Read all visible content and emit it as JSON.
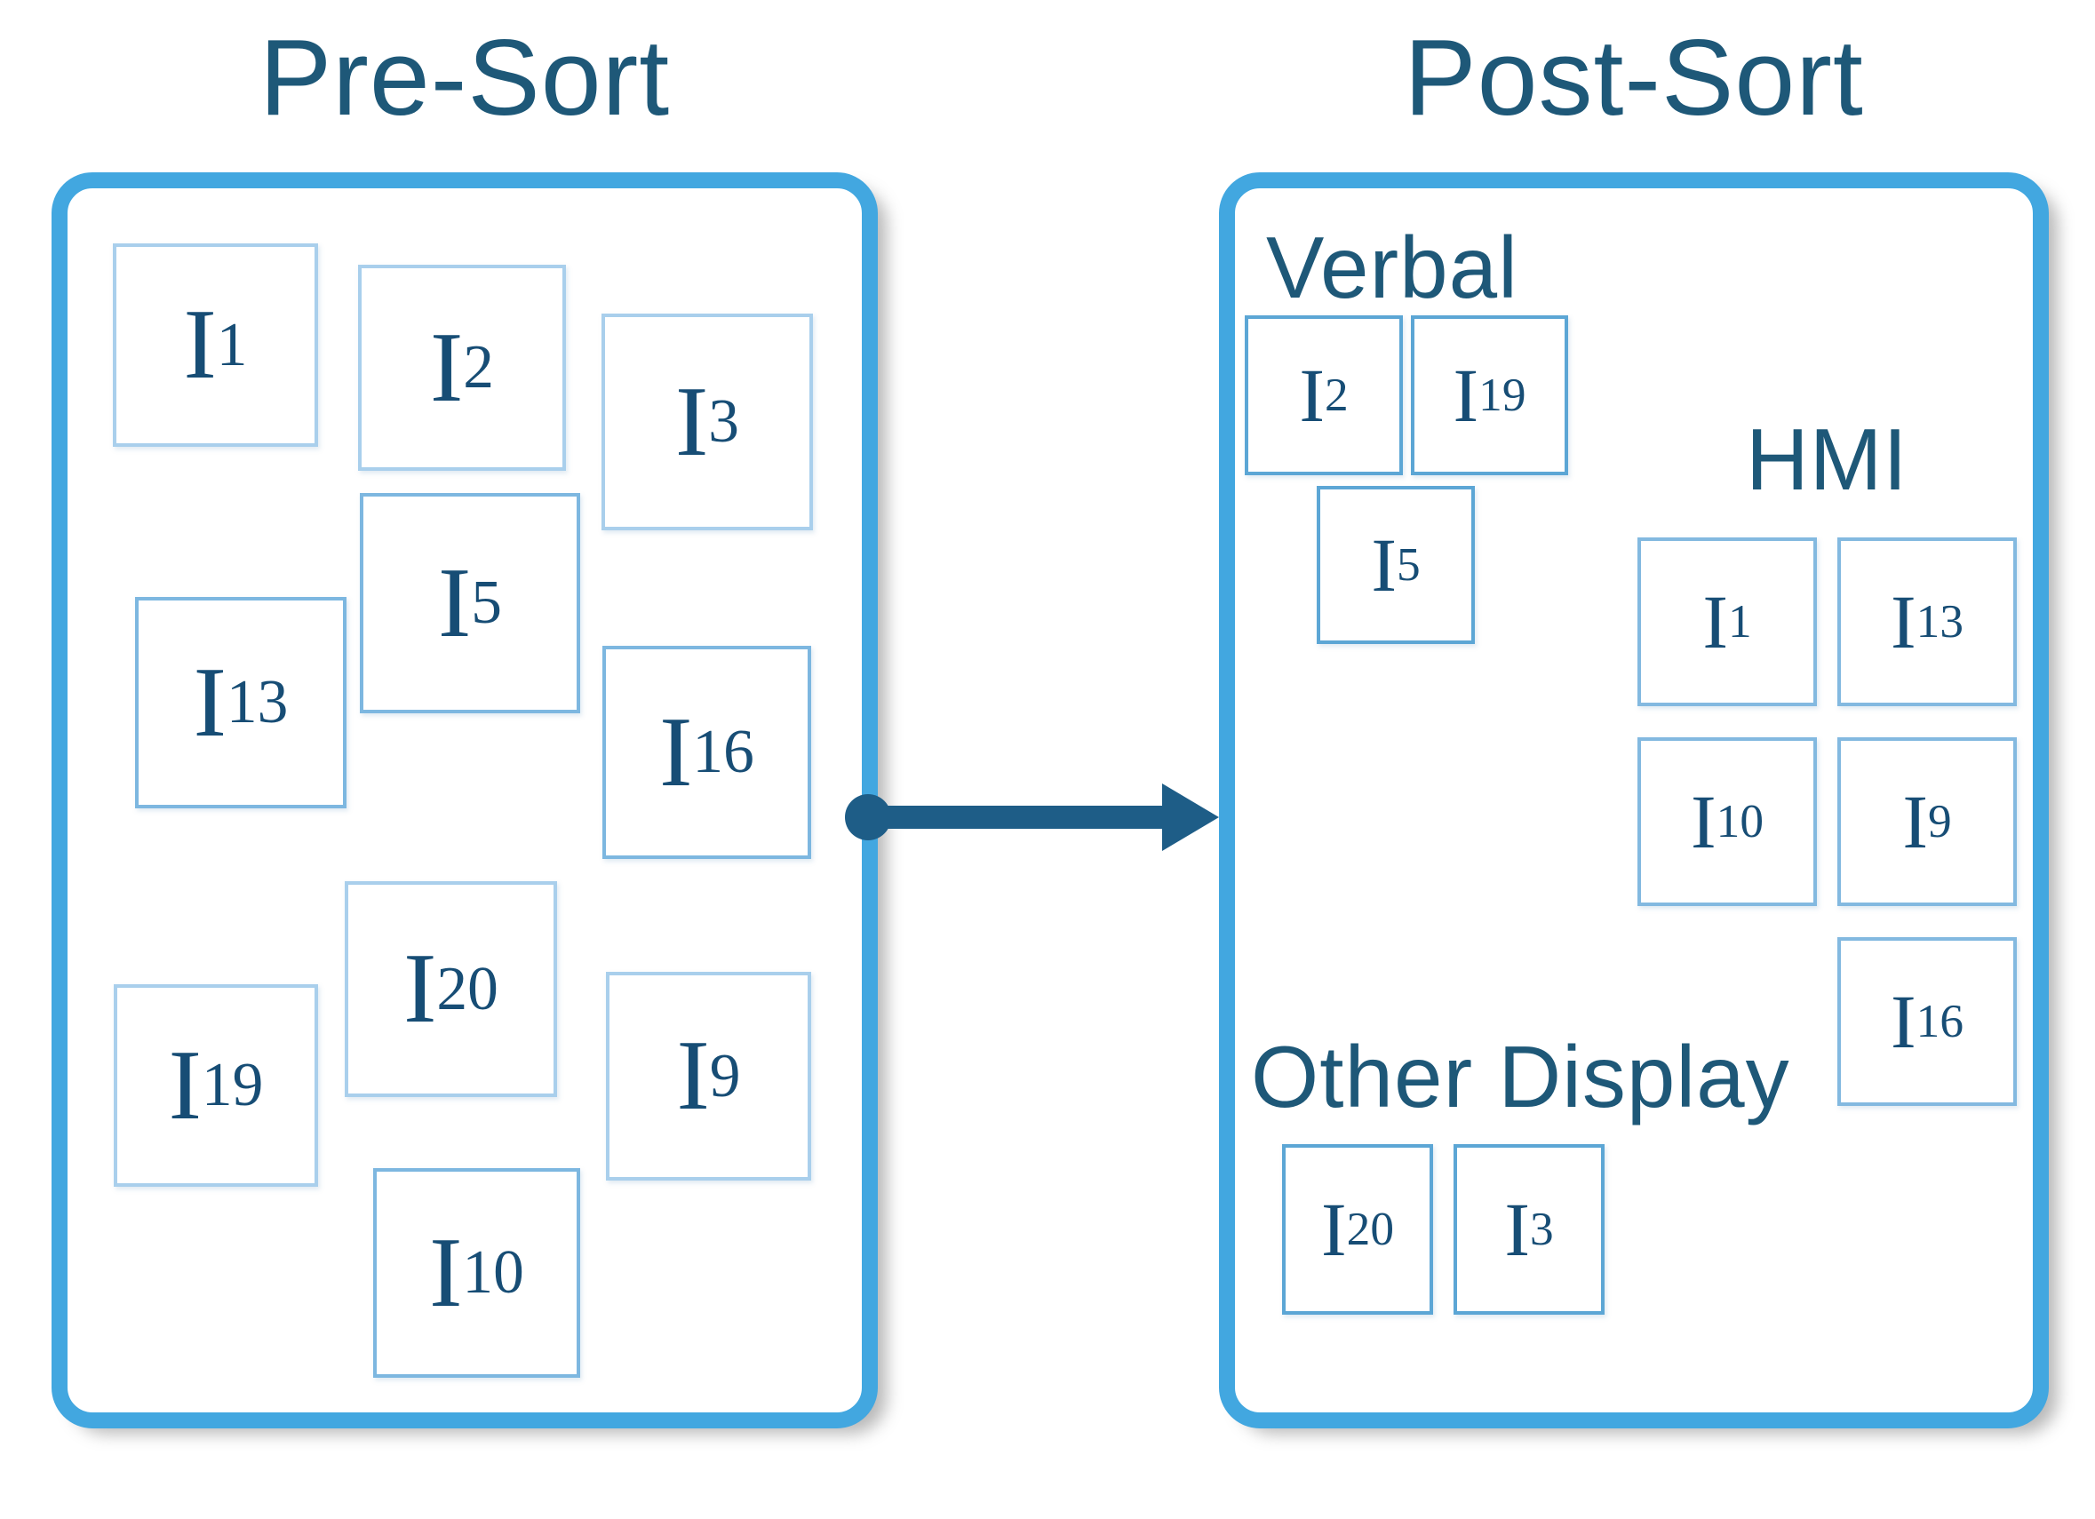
{
  "pre_sort": {
    "title": "Pre-Sort",
    "items": [
      {
        "symbol": "I",
        "subscript": "1"
      },
      {
        "symbol": "I",
        "subscript": "2"
      },
      {
        "symbol": "I",
        "subscript": "3"
      },
      {
        "symbol": "I",
        "subscript": "5"
      },
      {
        "symbol": "I",
        "subscript": "13"
      },
      {
        "symbol": "I",
        "subscript": "16"
      },
      {
        "symbol": "I",
        "subscript": "20"
      },
      {
        "symbol": "I",
        "subscript": "19"
      },
      {
        "symbol": "I",
        "subscript": "9"
      },
      {
        "symbol": "I",
        "subscript": "10"
      }
    ]
  },
  "post_sort": {
    "title": "Post-Sort",
    "groups": [
      {
        "label": "Verbal",
        "items": [
          {
            "symbol": "I",
            "subscript": "2"
          },
          {
            "symbol": "I",
            "subscript": "19"
          },
          {
            "symbol": "I",
            "subscript": "5"
          }
        ]
      },
      {
        "label": "HMI",
        "items": [
          {
            "symbol": "I",
            "subscript": "1"
          },
          {
            "symbol": "I",
            "subscript": "13"
          },
          {
            "symbol": "I",
            "subscript": "10"
          },
          {
            "symbol": "I",
            "subscript": "9"
          },
          {
            "symbol": "I",
            "subscript": "16"
          }
        ]
      },
      {
        "label": "Other Display",
        "items": [
          {
            "symbol": "I",
            "subscript": "20"
          },
          {
            "symbol": "I",
            "subscript": "3"
          }
        ]
      }
    ]
  },
  "colors": {
    "panel_border": "#42a7e0",
    "title_text": "#1e5878",
    "item_text": "#174d75",
    "card_border_pre": "#a9cfec",
    "card_border_post": "#5ca6d5",
    "card_border_hmi": "#83b9e0",
    "arrow": "#1e5d87"
  }
}
